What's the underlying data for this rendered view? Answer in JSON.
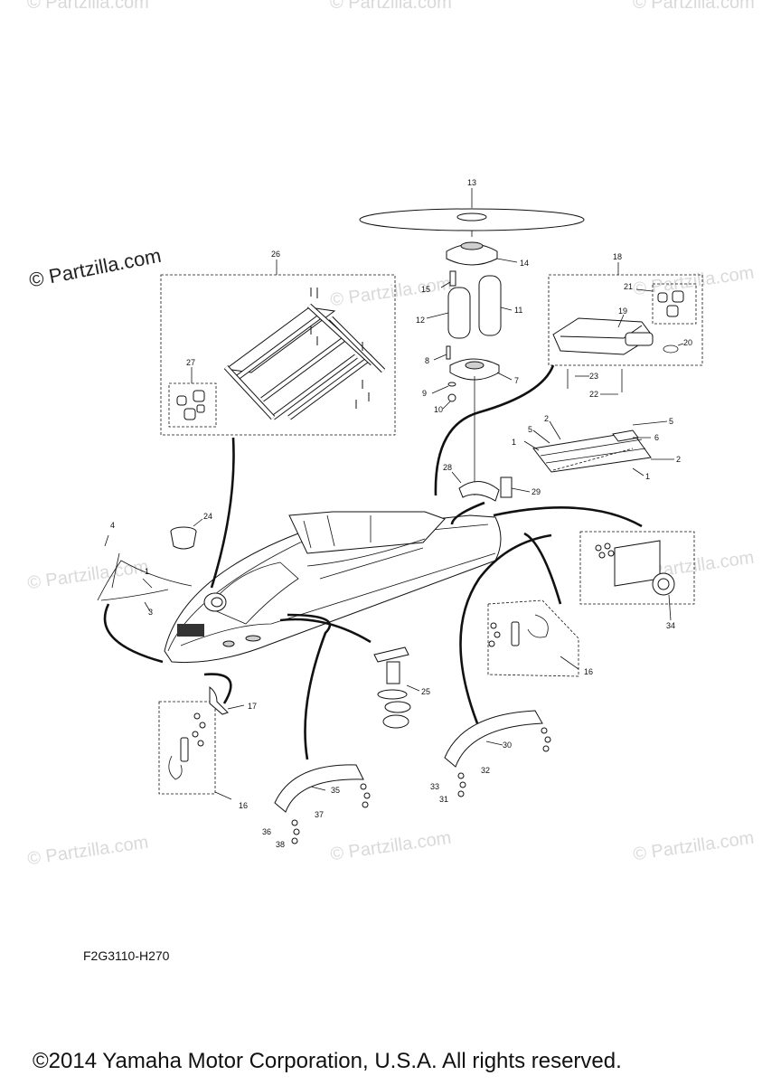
{
  "watermark": "© Partzilla.com",
  "brand_watermark": "© Partzilla.com",
  "diagram_code": "F2G3110-H270",
  "footer": "©2014 Yamaha Motor Corporation, U.S.A. All rights reserved.",
  "callouts": {
    "c1": "1",
    "c1b": "1",
    "c1c": "1",
    "c2": "2",
    "c2b": "2",
    "c3": "3",
    "c4": "4",
    "c5": "5",
    "c5b": "5",
    "c6": "6",
    "c7": "7",
    "c8": "8",
    "c9": "9",
    "c10": "10",
    "c11": "11",
    "c12": "12",
    "c13": "13",
    "c14": "14",
    "c15": "15",
    "c16": "16",
    "c16b": "16",
    "c17": "17",
    "c18": "18",
    "c19": "19",
    "c20": "20",
    "c21": "21",
    "c22": "22",
    "c23": "23",
    "c24": "24",
    "c25": "25",
    "c26": "26",
    "c27": "27",
    "c28": "28",
    "c29": "29",
    "c30": "30",
    "c31": "31",
    "c32": "32",
    "c33": "33",
    "c34": "34",
    "c35": "35",
    "c36": "36",
    "c37": "37",
    "c38": "38"
  }
}
